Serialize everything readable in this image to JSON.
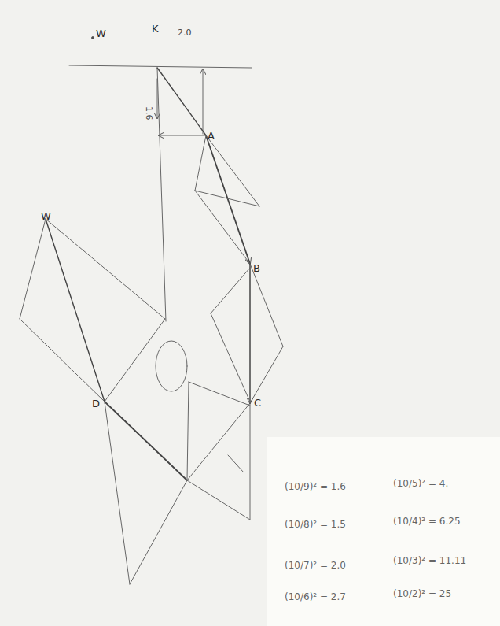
{
  "diagram": {
    "labels": [
      "W",
      "K",
      "2.0",
      "1.6",
      "A",
      "B",
      "C",
      "D",
      "W",
      "(10/9)² = 1.6",
      "(10/5)² = 4.",
      "(10/8)² = 1.5",
      "(10/4)² = 6.25",
      "(10/7)² = 2.0",
      "(10/3)² = 11.11",
      "(10/6)² = 2.7",
      "(10/2)² = 25"
    ]
  }
}
